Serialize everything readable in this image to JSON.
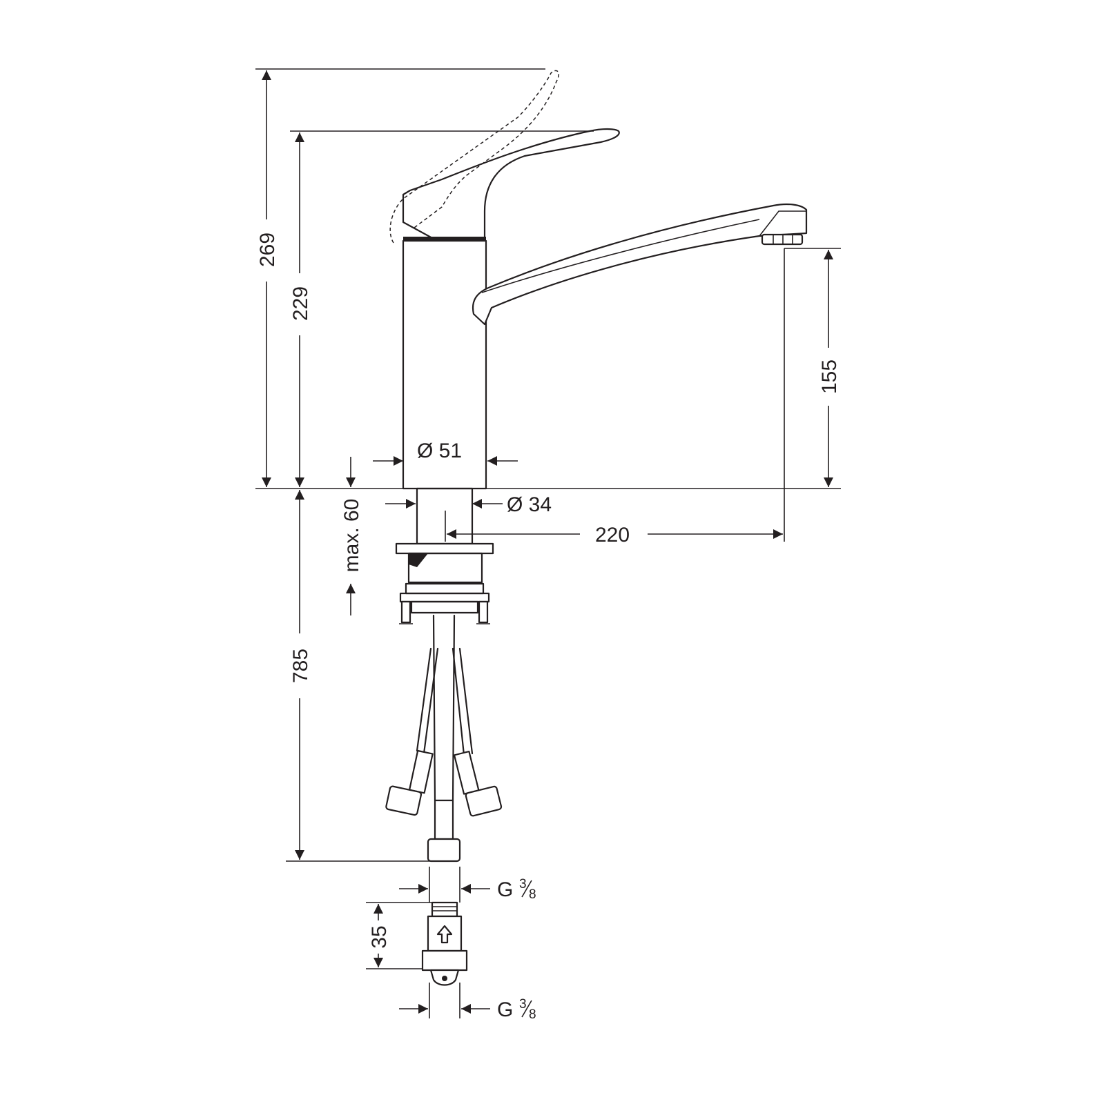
{
  "diagram": {
    "dimensions": {
      "total_height_lever_open": "269",
      "height_to_lever": "229",
      "spout_clearance": "155",
      "body_diameter": "Ø 51",
      "shank_diameter": "Ø 34",
      "spout_reach": "220",
      "max_deck_thickness": "max. 60",
      "hose_length": "785",
      "valve_height": "35",
      "thread_upper_prefix": "G",
      "thread_upper_num": "3",
      "thread_upper_den": "8",
      "thread_lower_prefix": "G",
      "thread_lower_num": "3",
      "thread_lower_den": "8"
    },
    "colors": {
      "ink": "#231f20",
      "background": "#ffffff"
    }
  }
}
